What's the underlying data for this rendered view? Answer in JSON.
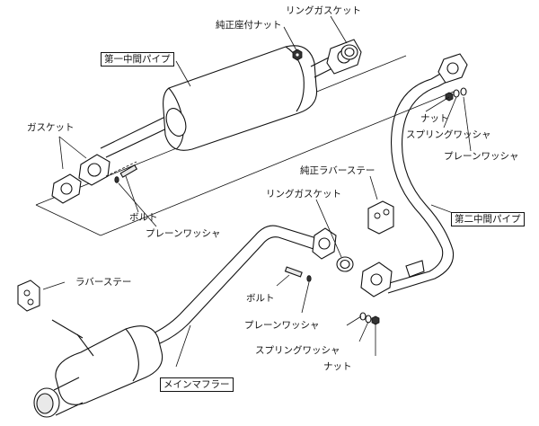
{
  "labels": {
    "ring_gasket_top": "リングガスケット",
    "genuine_seat_nut": "純正座付ナット",
    "first_middle_pipe": "第一中間パイプ",
    "gasket": "ガスケット",
    "bolt_top": "ボルト",
    "plain_washer_top": "プレーンワッシャ",
    "nut_right": "ナット",
    "spring_washer_right": "スプリングワッシャ",
    "plain_washer_right": "プレーンワッシャ",
    "genuine_rubber_stay": "純正ラバーステー",
    "ring_gasket_mid": "リングガスケット",
    "second_middle_pipe": "第二中間パイプ",
    "rubber_stay": "ラバーステー",
    "bolt_bottom": "ボルト",
    "plain_washer_bottom": "プレーンワッシャ",
    "spring_washer_bottom": "スプリングワッシャ",
    "nut_bottom": "ナット",
    "main_muffler": "メインマフラー"
  }
}
